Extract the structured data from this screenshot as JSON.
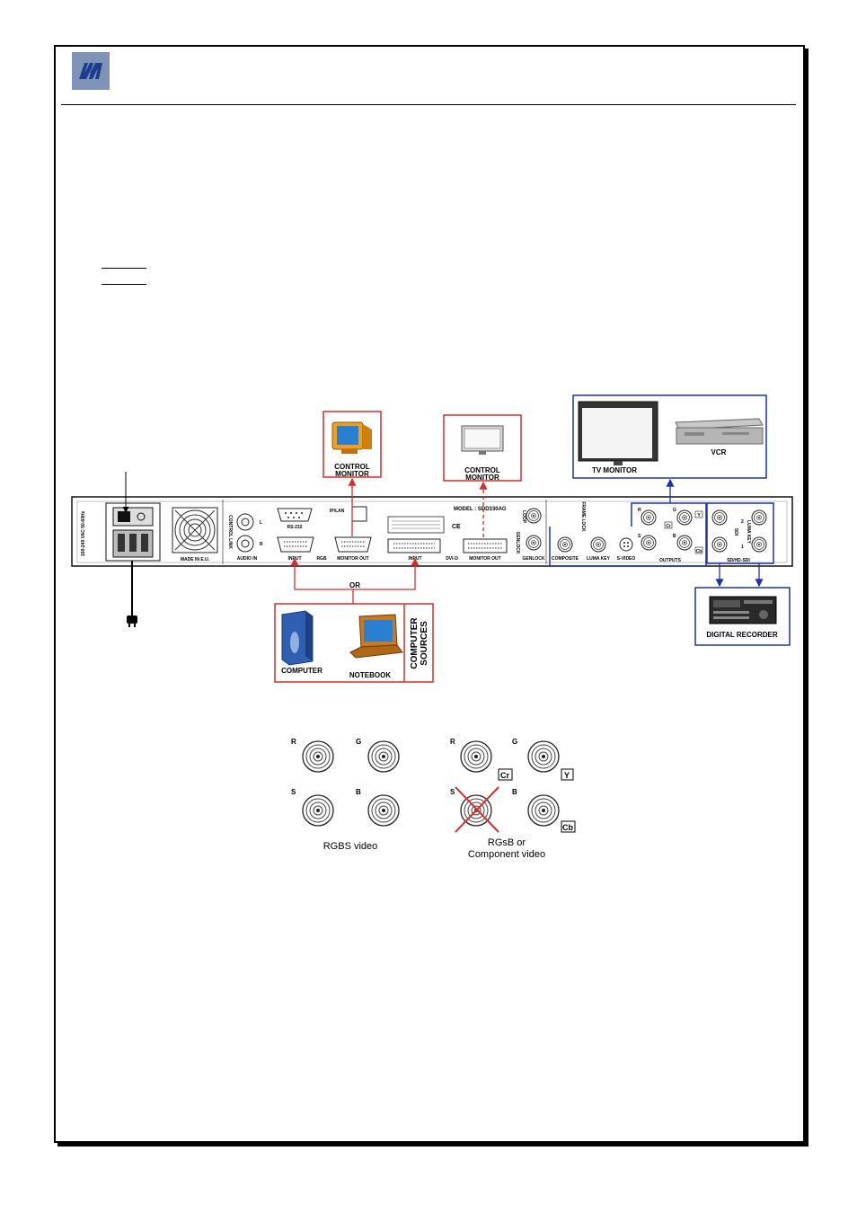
{
  "colors": {
    "red": "#d32f2f",
    "blue": "#1f33a8",
    "logo_bg": "#7f93b8",
    "logo_fg": "#1c3c8c"
  },
  "icons": [
    "brand-logo-icon",
    "crt-monitor-icon",
    "flat-monitor-icon",
    "tv-monitor-icon",
    "vcr-icon",
    "tower-computer-icon",
    "notebook-icon",
    "digital-recorder-icon",
    "power-plug-icon",
    "bnc-connector-icon"
  ],
  "boxes": {
    "control_monitor_1": [
      "CONTROL",
      "MONITOR"
    ],
    "control_monitor_2": [
      "CONTROL",
      "MONITOR"
    ],
    "tv_monitor": "TV MONITOR",
    "vcr": "VCR",
    "digital_recorder": "DIGITAL RECORDER",
    "computer": "COMPUTER",
    "notebook": "NOTEBOOK",
    "computer_sources": [
      "COMPUTER",
      "SOURCES"
    ],
    "or": "OR"
  },
  "panel": {
    "power_rating": "100-240 VAC 50-60Hz",
    "made_in": "MADE IN E.U.",
    "control_link": "CONTROL LINK",
    "audio_in": "AUDIO IN",
    "audio_l": "L",
    "audio_r": "R",
    "rs232": "RS-232",
    "ip_lan": "IP/LAN",
    "input": "INPUT",
    "rgb": "RGB",
    "monitor_out_rgb": "MONITOR OUT",
    "input_dvi": "INPUT",
    "dvi_d": "DVI-D",
    "monitor_out_dvi": "MONITOR OUT",
    "model": "MODEL : SDD330AG",
    "ce": "CE",
    "loop": "LOOP",
    "genlock_top": "GENLOCK",
    "genlock": "GENLOCK",
    "frame_lock": "FRAME LOCK",
    "composite": "COMPOSITE",
    "luma_key": "LUMA KEY",
    "s_video": "S-VIDEO",
    "outputs": "OUTPUTS",
    "out_r": "R",
    "out_g": "G",
    "out_s": "S",
    "out_b": "B",
    "out_cr": "Cr",
    "out_y": "Y",
    "out_cb": "Cb",
    "sdi_out": "SDI",
    "luma_key_sdi": "LUMA KEY",
    "sdi_label": "SD/HD-SDI",
    "sdi_1": "1",
    "sdi_2": "2"
  },
  "connectors": {
    "left": {
      "r": "R",
      "g": "G",
      "s": "S",
      "b": "B",
      "caption": "RGBS video"
    },
    "right": {
      "r": "R",
      "g": "G",
      "s": "S",
      "b": "B",
      "cr": "Cr",
      "y": "Y",
      "cb": "Cb",
      "caption": [
        "RGsB or",
        "Component video"
      ]
    }
  }
}
